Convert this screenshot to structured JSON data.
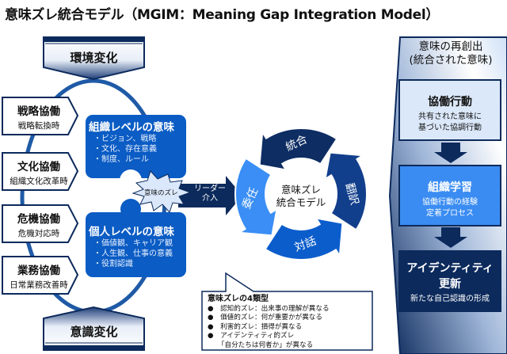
{
  "title": "意味ズレ統合モデル（MGIM：Meaning Gap Integration Model）",
  "top_banner": "環境変化",
  "bottom_banner": "意識変化",
  "collaboration_types": [
    {
      "title": "戦略協働",
      "sub": "戦略転換時"
    },
    {
      "title": "文化協働",
      "sub": "組織文化改革時"
    },
    {
      "title": "危機協働",
      "sub": "危機対応時"
    },
    {
      "title": "業務協働",
      "sub": "日常業務改善時"
    }
  ],
  "org_meaning": {
    "title": "組織レベルの意味",
    "items": [
      "・ビジョン、戦略",
      "・文化、存在意義",
      "・制度、ルール"
    ]
  },
  "individual_meaning": {
    "title": "個人レベルの意味",
    "items": [
      "・価値観、キャリア観",
      "・人生観、仕事の意義",
      "・役割認識"
    ]
  },
  "gap_label": "意味のズレ",
  "leader_arrow": {
    "line1": "リーダー",
    "line2": "介入"
  },
  "cycle": {
    "center_line1": "意味ズレ",
    "center_line2": "統合モデル",
    "steps": [
      {
        "label": "統合",
        "color": "#0d2d63"
      },
      {
        "label": "翻訳",
        "color": "#123f8c"
      },
      {
        "label": "対話",
        "color": "#0b5dcc"
      },
      {
        "label": "委任",
        "color": "#3a8ef5"
      }
    ]
  },
  "gap_types": {
    "title": "意味ズレの4類型",
    "items": [
      "●　認知的ズレ：出来事の理解が異なる",
      "●　価値的ズレ：何が重要かが異なる",
      "●　利害的ズレ：損得が異なる",
      "●　アイデンティティ的ズレ",
      "　　「自分たちは何者か」が異なる"
    ]
  },
  "recreation": {
    "title_line1": "意味の再創出",
    "title_line2": "(統合された意味)",
    "stages": [
      {
        "title": "協働行動",
        "sub1": "共有された意味に",
        "sub2": "基づいた協調行動",
        "bg": "#dbe8f9",
        "fg": "#111111"
      },
      {
        "title": "組織学習",
        "sub1": "協働行動の経験",
        "sub2": "定着プロセス",
        "bg": "#3a8cf2",
        "fg": "#ffffff"
      },
      {
        "title": "アイデンティティ",
        "title2": "更新",
        "sub1": "新たな自己認識の形成",
        "bg": "#0c2a5c",
        "fg": "#ffffff"
      }
    ]
  }
}
